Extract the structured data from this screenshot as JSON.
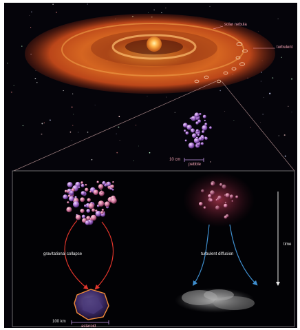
{
  "labels": {
    "solar_nebula": "solar nebula",
    "turbulent": "turbulent",
    "pebble_size": "10 cm",
    "pebble": "pebble",
    "gravitational_collapse": "gravitational collapse",
    "turbulent_diffusion": "turbulent diffusion",
    "time": "time",
    "asteroid_size": "100 km",
    "asteroid": "asteroid"
  },
  "colors": {
    "space": "#05040a",
    "disk_outer": "#d9561a",
    "disk_inner": "#ff8a2a",
    "sun": "#ffb347",
    "pebble": "#c497e6",
    "label_pink": "#f3a3b4",
    "label_white": "#f2f2f2",
    "arrow_red": "#e2352b",
    "arrow_blue": "#3f8fd0"
  }
}
